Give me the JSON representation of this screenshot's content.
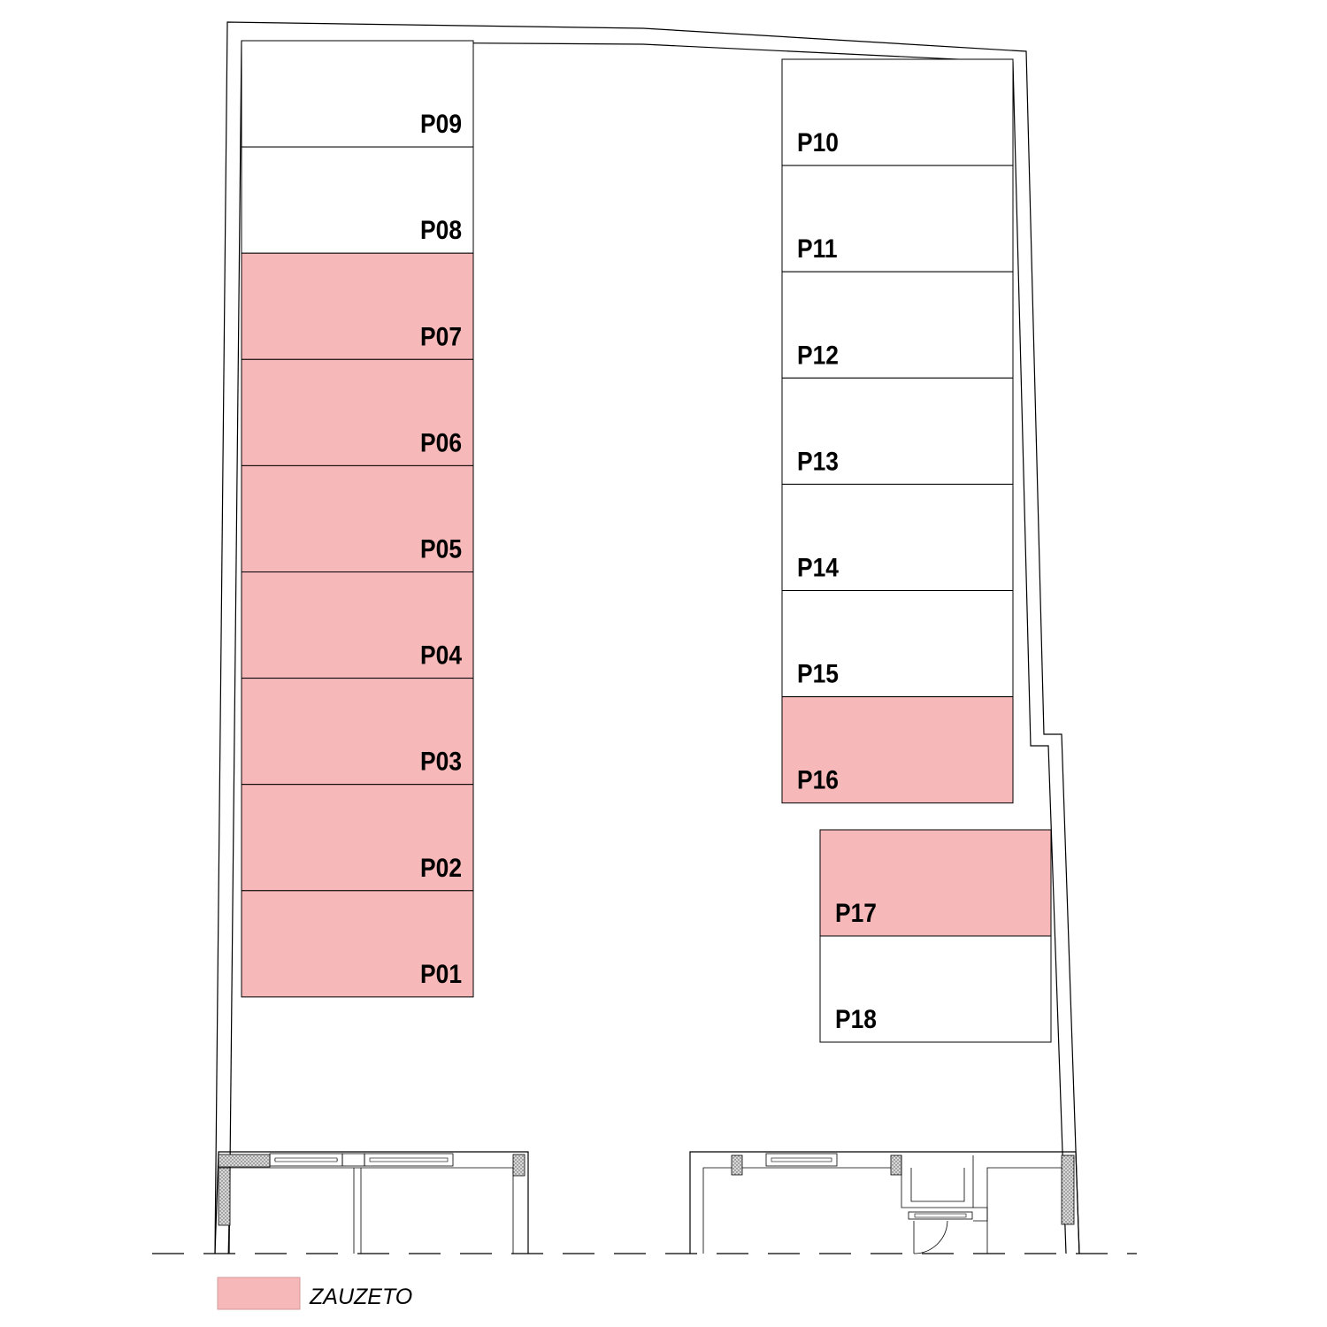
{
  "colors": {
    "occupied": "#f7b8b9",
    "free": "#ffffff",
    "stroke": "#000000"
  },
  "spots_left": [
    {
      "label": "P09",
      "occupied": false
    },
    {
      "label": "P08",
      "occupied": false
    },
    {
      "label": "P07",
      "occupied": true
    },
    {
      "label": "P06",
      "occupied": true
    },
    {
      "label": "P05",
      "occupied": true
    },
    {
      "label": "P04",
      "occupied": true
    },
    {
      "label": "P03",
      "occupied": true
    },
    {
      "label": "P02",
      "occupied": true
    },
    {
      "label": "P01",
      "occupied": true
    }
  ],
  "spots_right": [
    {
      "label": "P10",
      "occupied": false
    },
    {
      "label": "P11",
      "occupied": false
    },
    {
      "label": "P12",
      "occupied": false
    },
    {
      "label": "P13",
      "occupied": false
    },
    {
      "label": "P14",
      "occupied": false
    },
    {
      "label": "P15",
      "occupied": false
    },
    {
      "label": "P16",
      "occupied": true
    }
  ],
  "spots_right_lower": [
    {
      "label": "P17",
      "occupied": true
    },
    {
      "label": "P18",
      "occupied": false
    }
  ],
  "legend": {
    "label": "ZAUZETO",
    "color": "#f7b8b9"
  }
}
